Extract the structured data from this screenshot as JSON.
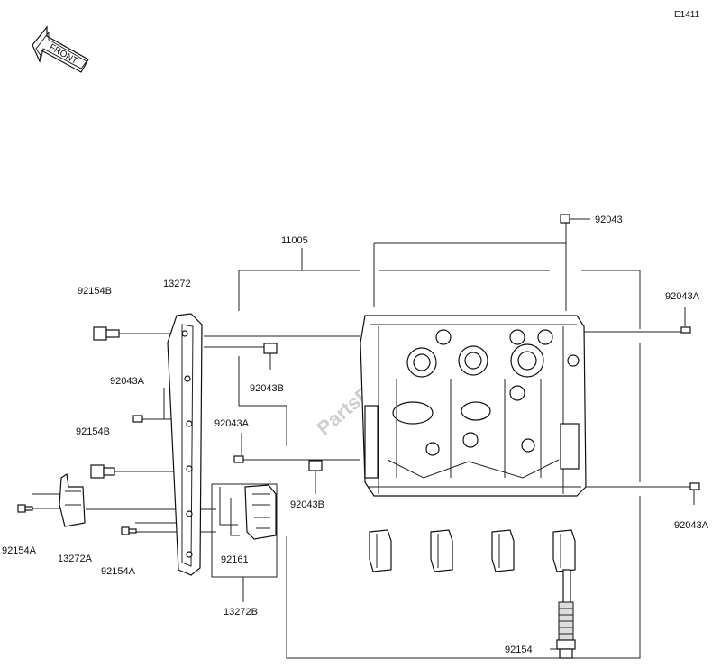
{
  "diagram": {
    "code": "E1411",
    "front_label": "FRONT",
    "watermark": "PartsRepublik",
    "parts": {
      "p11005": "11005",
      "p92043_top": "92043",
      "p92043A_right_top": "92043A",
      "p92043A_right_bottom": "92043A",
      "p92154B_top": "92154B",
      "p13272": "13272",
      "p92043A_left": "92043A",
      "p92043B_upper": "92043B",
      "p92154B_mid": "92154B",
      "p92043A_mid": "92043A",
      "p92043B_lower": "92043B",
      "p92154A_left": "92154A",
      "p13272A": "13272A",
      "p92154A_mid": "92154A",
      "p92161": "92161",
      "p13272B": "13272B",
      "p92154": "92154"
    }
  }
}
